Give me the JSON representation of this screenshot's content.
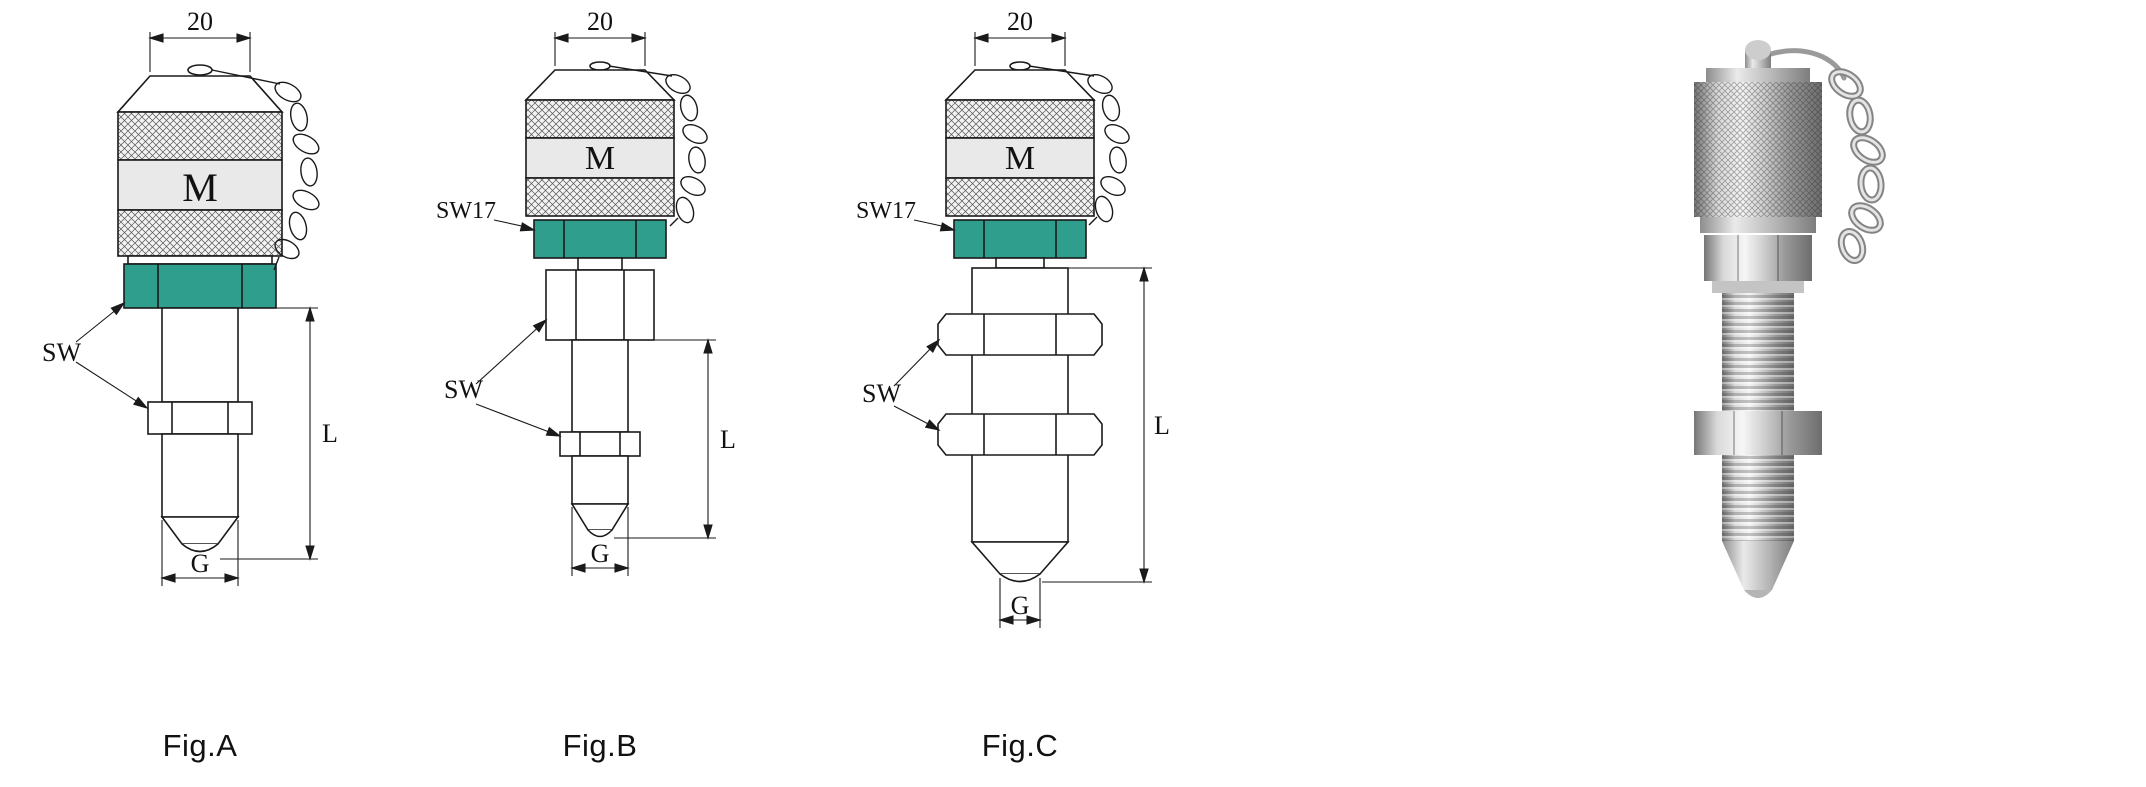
{
  "page": {
    "background": "#ffffff"
  },
  "colors": {
    "nut_teal": "#2f9e8d",
    "line": "#1a1a1a"
  },
  "figures": [
    {
      "caption": "Fig.A",
      "labels": {
        "top_width": "20",
        "cap": "M",
        "sw": "SW",
        "thread": "G",
        "length": "L"
      }
    },
    {
      "caption": "Fig.B",
      "labels": {
        "top_width": "20",
        "cap": "M",
        "cap_nut": "SW17",
        "sw": "SW",
        "thread": "G",
        "length": "L"
      }
    },
    {
      "caption": "Fig.C",
      "labels": {
        "top_width": "20",
        "cap": "M",
        "cap_nut": "SW17",
        "sw": "SW",
        "thread": "G",
        "length": "L"
      }
    }
  ]
}
